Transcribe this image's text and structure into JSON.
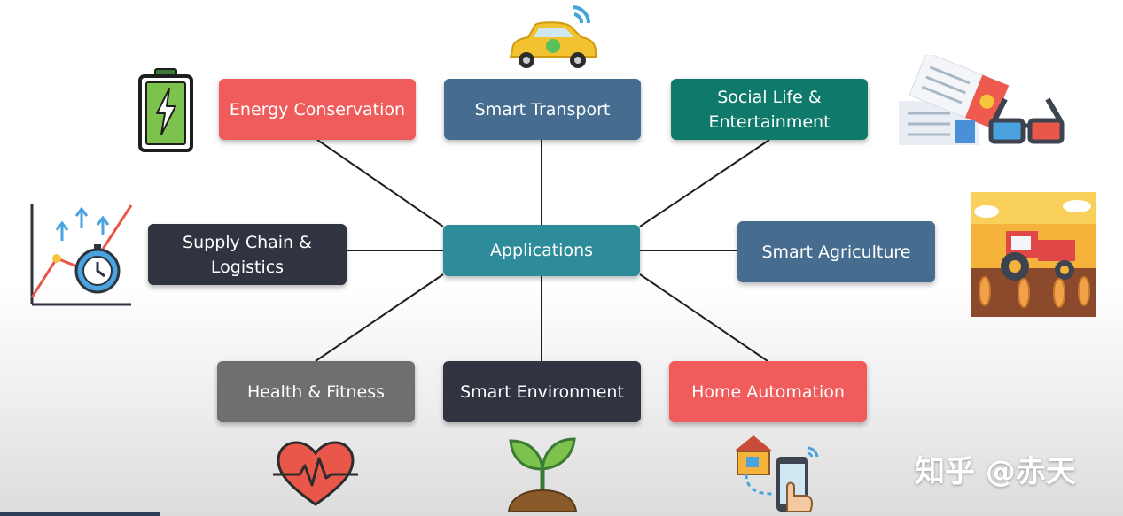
{
  "diagram": {
    "center": {
      "label": "Applications",
      "color": "#2e8b9a"
    },
    "nodes": [
      {
        "id": "energy-conservation",
        "label": "Energy Conservation",
        "color": "#f05b5b",
        "icon": "battery-icon"
      },
      {
        "id": "smart-transport",
        "label": "Smart Transport",
        "color": "#466d8f",
        "icon": "smart-car-icon"
      },
      {
        "id": "social-life",
        "label": "Social Life &\nEntertainment",
        "color": "#0f7a6b",
        "icon": "tickets-3d-glasses-icon"
      },
      {
        "id": "supply-chain",
        "label": "Supply Chain &\nLogistics",
        "color": "#2f3440",
        "icon": "growth-chart-clock-icon"
      },
      {
        "id": "smart-agriculture",
        "label": "Smart Agriculture",
        "color": "#466d8f",
        "icon": "tractor-field-icon"
      },
      {
        "id": "health-fitness",
        "label": "Health & Fitness",
        "color": "#6f6f6f",
        "icon": "heartbeat-icon"
      },
      {
        "id": "smart-environment",
        "label": "Smart Environment",
        "color": "#2f3440",
        "icon": "sprout-icon"
      },
      {
        "id": "home-automation",
        "label": "Home Automation",
        "color": "#f05b5b",
        "icon": "smart-home-phone-icon"
      }
    ]
  },
  "watermark": "知乎 @赤天"
}
